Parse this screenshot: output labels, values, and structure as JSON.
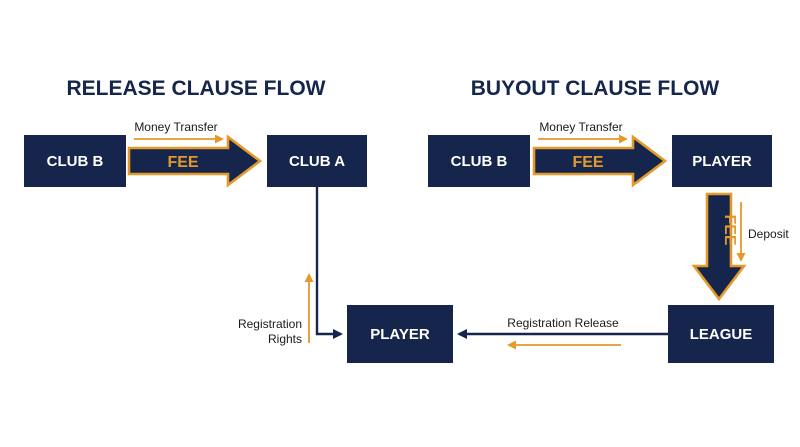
{
  "colors": {
    "navy": "#15254b",
    "orange": "#e39a2b",
    "background": "#ffffff"
  },
  "release_flow": {
    "title": "RELEASE CLAUSE FLOW",
    "club_b": "CLUB B",
    "club_a": "CLUB A",
    "player": "PLAYER",
    "fee": "FEE",
    "money_transfer": "Money Transfer",
    "registration_line1": "Registration",
    "registration_line2": "Rights"
  },
  "buyout_flow": {
    "title": "BUYOUT CLAUSE FLOW",
    "club_b": "CLUB B",
    "player": "PLAYER",
    "league": "LEAGUE",
    "fee": "FEE",
    "money_transfer": "Money Transfer",
    "deposit": "Deposit",
    "registration_release": "Registration Release"
  }
}
